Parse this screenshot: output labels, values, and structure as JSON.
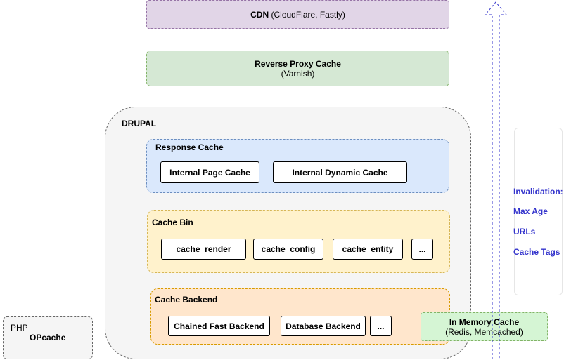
{
  "cdn": {
    "title": "CDN",
    "detail": "(CloudFlare, Fastly)"
  },
  "reverse_proxy": {
    "title": "Reverse Proxy Cache",
    "detail": "(Varnish)"
  },
  "drupal": {
    "label": "DRUPAL"
  },
  "response_cache": {
    "label": "Response Cache",
    "items": [
      "Internal Page Cache",
      "Internal Dynamic Cache"
    ]
  },
  "cache_bin": {
    "label": "Cache Bin",
    "items": [
      "cache_render",
      "cache_config",
      "cache_entity",
      "..."
    ]
  },
  "cache_backend": {
    "label": "Cache Backend",
    "items": [
      "Chained Fast Backend",
      "Database Backend",
      "..."
    ]
  },
  "in_memory": {
    "title": "In Memory Cache",
    "detail": "(Redis, Memcached)"
  },
  "php": {
    "label": "PHP",
    "item": "OPcache"
  },
  "invalidation": {
    "title": "Invalidation:",
    "items": [
      "Max Age",
      "URLs",
      "Cache Tags"
    ]
  },
  "colors": {
    "cdn": "#e1d5e7",
    "reverse_proxy": "#d5e8d4",
    "drupal": "#f5f5f5",
    "response_cache": "#dae8fc",
    "cache_bin": "#fff2cc",
    "cache_backend": "#ffe6cc",
    "in_memory": "#d5f5d4",
    "php": "#f5f5f5",
    "accent_text": "#3333cc"
  }
}
